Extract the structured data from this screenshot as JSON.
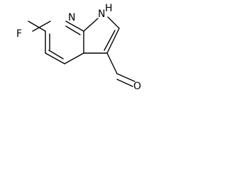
{
  "molecule": {
    "atoms": {
      "fluorine": "F",
      "pyridine_nitrogen": "N",
      "pyrrole_nitrogen": "H",
      "pyrrole_nh": "N",
      "aldehyde_oxygen": "O"
    }
  }
}
